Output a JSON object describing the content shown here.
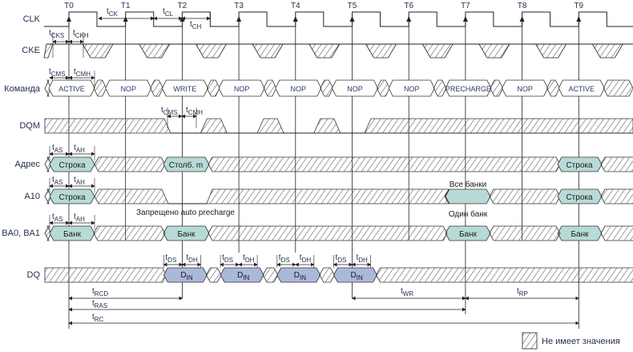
{
  "clock_labels": [
    "T0",
    "T1",
    "T2",
    "T3",
    "T4",
    "T5",
    "T6",
    "T7",
    "T8",
    "T9"
  ],
  "signals": {
    "clk": "CLK",
    "cke": "CKE",
    "command": "Команда",
    "dqm": "DQM",
    "address": "Адрес",
    "a10": "A10",
    "ba": "BA0, BA1",
    "dq": "DQ"
  },
  "commands": [
    "ACTIVE",
    "NOP",
    "WRITE",
    "NOP",
    "NOP",
    "NOP",
    "NOP",
    "PRECHARGE",
    "NOP",
    "ACTIVE"
  ],
  "address_values": [
    "Строка",
    "Столб. m",
    "Строка"
  ],
  "a10_values": [
    "Строка",
    "",
    "Строка"
  ],
  "ba_values": [
    "Банк",
    "Банк",
    "Банк",
    "Банк"
  ],
  "dq_values": [
    {
      "main": "D",
      "sub": "IN"
    },
    {
      "main": "D",
      "sub": "IN"
    },
    {
      "main": "D",
      "sub": "IN"
    },
    {
      "main": "D",
      "sub": "IN"
    }
  ],
  "notes": {
    "auto_precharge": "Запрещено auto precharge",
    "all_banks": "Все банки",
    "one_bank": "Один банк"
  },
  "timings": {
    "tCK": {
      "main": "t",
      "sub": "CK"
    },
    "tCL": {
      "main": "t",
      "sub": "CL"
    },
    "tCH": {
      "main": "t",
      "sub": "CH"
    },
    "tCKS": {
      "main": "t",
      "sub": "CKS"
    },
    "tCKH": {
      "main": "t",
      "sub": "CKH"
    },
    "tCMS": {
      "main": "t",
      "sub": "CMS"
    },
    "tCMH": {
      "main": "t",
      "sub": "CMH"
    },
    "tAS": {
      "main": "t",
      "sub": "AS"
    },
    "tAH": {
      "main": "t",
      "sub": "AH"
    },
    "tDS": {
      "main": "t",
      "sub": "DS"
    },
    "tDH": {
      "main": "t",
      "sub": "DH"
    },
    "tRCD": {
      "main": "t",
      "sub": "RCD"
    },
    "tRAS": {
      "main": "t",
      "sub": "RAS"
    },
    "tRC": {
      "main": "t",
      "sub": "RC"
    },
    "tWR": {
      "main": "t",
      "sub": "WR"
    },
    "tRP": {
      "main": "t",
      "sub": "RP"
    }
  },
  "legend": {
    "label": "Не имеет значения"
  },
  "colors": {
    "bus_fill": "#b8dad6",
    "dq_fill": "#aab8da",
    "line": "#222222",
    "hatch": "#444444"
  }
}
